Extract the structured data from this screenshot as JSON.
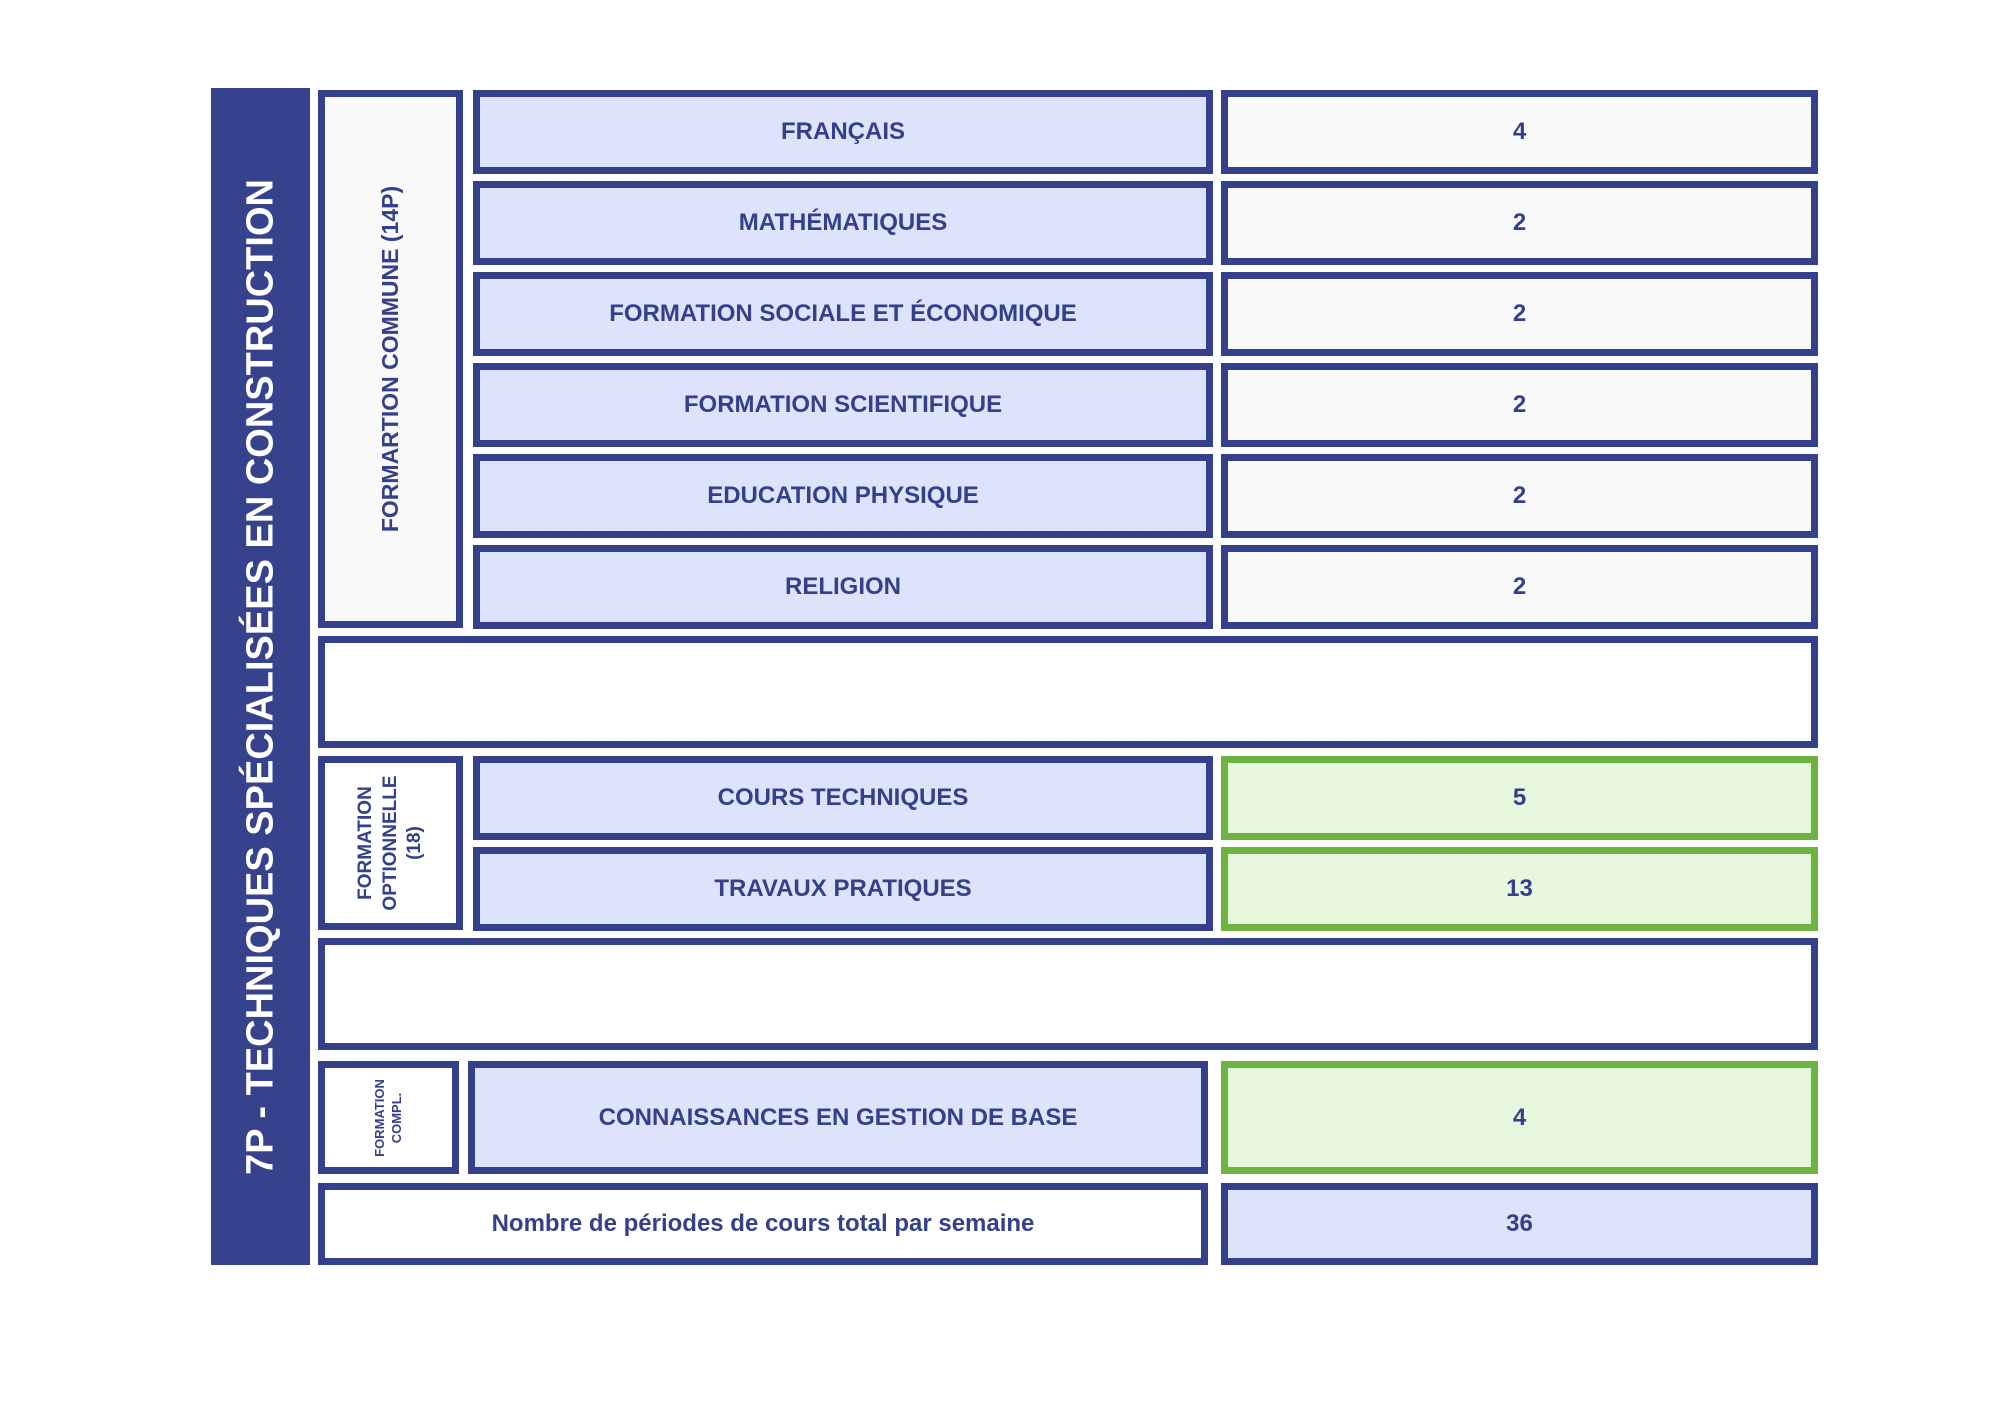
{
  "program_title": "7P - TECHNIQUES SPÉCIALISÉES EN CONSTRUCTION",
  "groups": {
    "commune": {
      "label": "FORMARTION COMMUNE (14P)"
    },
    "optionnelle": {
      "label_line1": "FORMATION",
      "label_line2": "OPTIONNELLE",
      "label_line3": "(18)"
    },
    "complementaire": {
      "label_line1": "FORMATION",
      "label_line2": "COMPL."
    }
  },
  "courses": [
    {
      "subject": "FRANÇAIS",
      "periods": "4"
    },
    {
      "subject": "MATHÉMATIQUES",
      "periods": "2"
    },
    {
      "subject": "FORMATION SOCIALE ET ÉCONOMIQUE",
      "periods": "2"
    },
    {
      "subject": "FORMATION SCIENTIFIQUE",
      "periods": "2"
    },
    {
      "subject": "EDUCATION PHYSIQUE",
      "periods": "2"
    },
    {
      "subject": "RELIGION",
      "periods": "2"
    },
    {
      "subject": "COURS TECHNIQUES",
      "periods": "5"
    },
    {
      "subject": "TRAVAUX PRATIQUES",
      "periods": "13"
    },
    {
      "subject": "CONNAISSANCES EN GESTION DE BASE",
      "periods": "4"
    }
  ],
  "total": {
    "label": "Nombre de périodes de cours total par semaine",
    "value": "36"
  },
  "colors": {
    "navy": "#344089",
    "light_blue": "#dde3fb",
    "green_border": "#6cb33f",
    "light_green": "#e7f7dd"
  }
}
